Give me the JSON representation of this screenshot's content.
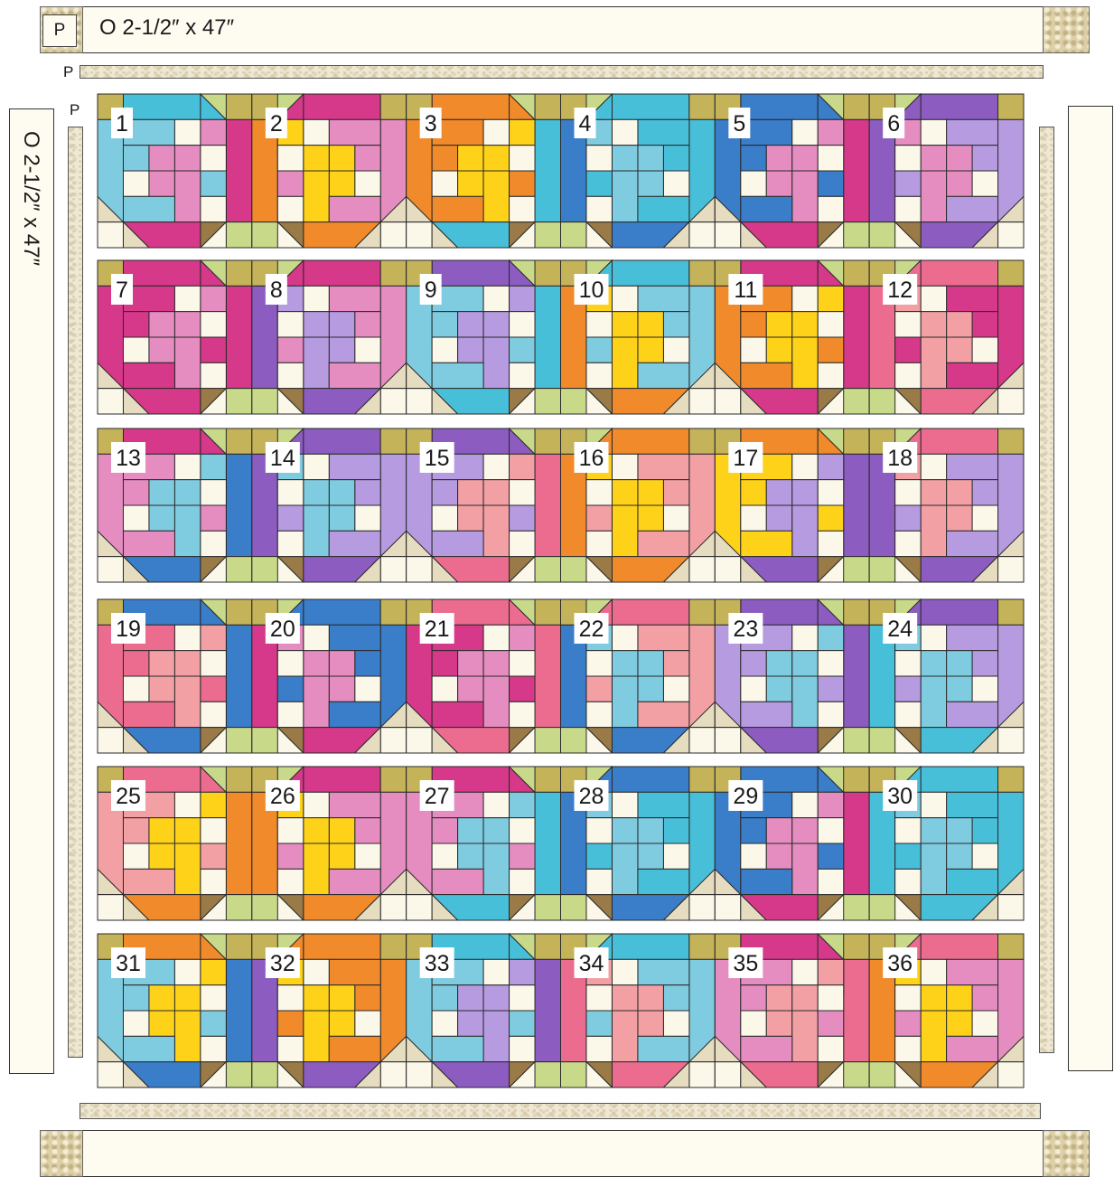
{
  "labels": {
    "piece_top": "P",
    "border_top": "O 2-1/2″ x 47″",
    "border_left": "O 2-1/2″ x 47″",
    "sashing_top": "P",
    "sashing_left": "P"
  },
  "palette": {
    "pink": "#d6388a",
    "lightpink": "#e58cc0",
    "rose": "#eb6c8e",
    "salmon": "#f3a0a4",
    "blue": "#3a7dc9",
    "lightblue": "#7fcbe0",
    "turquoise": "#48bfd9",
    "purple": "#8c5cc0",
    "lavender": "#b69be0",
    "orange": "#f08a2a",
    "yellow": "#ffd21a",
    "green": "#c9d98a",
    "cream": "#fbf8ea",
    "tan": "#e6dcc0",
    "gold": "#c5b35a",
    "brown": "#9a7a46"
  },
  "blocks": [
    {
      "n": "1",
      "main": "turquoise",
      "inner": "lightpink",
      "accent": "lightblue",
      "body": "pink",
      "dir": "L"
    },
    {
      "n": "2",
      "main": "pink",
      "inner": "yellow",
      "accent": "lightpink",
      "body": "orange",
      "dir": "R"
    },
    {
      "n": "3",
      "main": "orange",
      "inner": "yellow",
      "accent": "orange",
      "body": "turquoise",
      "dir": "L"
    },
    {
      "n": "4",
      "main": "turquoise",
      "inner": "lightblue",
      "accent": "turquoise",
      "body": "blue",
      "dir": "R"
    },
    {
      "n": "5",
      "main": "blue",
      "inner": "lightpink",
      "accent": "blue",
      "body": "pink",
      "dir": "L"
    },
    {
      "n": "6",
      "main": "purple",
      "inner": "lightpink",
      "accent": "lavender",
      "body": "purple",
      "dir": "R"
    },
    {
      "n": "7",
      "main": "pink",
      "inner": "lightpink",
      "accent": "pink",
      "body": "pink",
      "dir": "L"
    },
    {
      "n": "8",
      "main": "pink",
      "inner": "lavender",
      "accent": "lightpink",
      "body": "purple",
      "dir": "R"
    },
    {
      "n": "9",
      "main": "purple",
      "inner": "lavender",
      "accent": "lightblue",
      "body": "turquoise",
      "dir": "L"
    },
    {
      "n": "10",
      "main": "turquoise",
      "inner": "yellow",
      "accent": "lightblue",
      "body": "orange",
      "dir": "R"
    },
    {
      "n": "11",
      "main": "pink",
      "inner": "yellow",
      "accent": "orange",
      "body": "pink",
      "dir": "L"
    },
    {
      "n": "12",
      "main": "rose",
      "inner": "salmon",
      "accent": "pink",
      "body": "rose",
      "dir": "R"
    },
    {
      "n": "13",
      "main": "pink",
      "inner": "lightblue",
      "accent": "lightpink",
      "body": "blue",
      "dir": "L"
    },
    {
      "n": "14",
      "main": "purple",
      "inner": "lightblue",
      "accent": "lavender",
      "body": "purple",
      "dir": "R"
    },
    {
      "n": "15",
      "main": "purple",
      "inner": "salmon",
      "accent": "lavender",
      "body": "rose",
      "dir": "L"
    },
    {
      "n": "16",
      "main": "orange",
      "inner": "yellow",
      "accent": "salmon",
      "body": "orange",
      "dir": "R"
    },
    {
      "n": "17",
      "main": "orange",
      "inner": "lavender",
      "accent": "yellow",
      "body": "purple",
      "dir": "L"
    },
    {
      "n": "18",
      "main": "rose",
      "inner": "salmon",
      "accent": "lavender",
      "body": "purple",
      "dir": "R"
    },
    {
      "n": "19",
      "main": "blue",
      "inner": "salmon",
      "accent": "rose",
      "body": "blue",
      "dir": "L"
    },
    {
      "n": "20",
      "main": "blue",
      "inner": "lightpink",
      "accent": "blue",
      "body": "pink",
      "dir": "R"
    },
    {
      "n": "21",
      "main": "rose",
      "inner": "lightpink",
      "accent": "pink",
      "body": "rose",
      "dir": "L"
    },
    {
      "n": "22",
      "main": "rose",
      "inner": "lightblue",
      "accent": "salmon",
      "body": "blue",
      "dir": "R"
    },
    {
      "n": "23",
      "main": "purple",
      "inner": "lightblue",
      "accent": "lavender",
      "body": "purple",
      "dir": "L"
    },
    {
      "n": "24",
      "main": "purple",
      "inner": "lightblue",
      "accent": "lavender",
      "body": "turquoise",
      "dir": "R"
    },
    {
      "n": "25",
      "main": "rose",
      "inner": "yellow",
      "accent": "salmon",
      "body": "orange",
      "dir": "L"
    },
    {
      "n": "26",
      "main": "pink",
      "inner": "yellow",
      "accent": "lightpink",
      "body": "orange",
      "dir": "R"
    },
    {
      "n": "27",
      "main": "pink",
      "inner": "lightblue",
      "accent": "lightpink",
      "body": "turquoise",
      "dir": "L"
    },
    {
      "n": "28",
      "main": "blue",
      "inner": "lightblue",
      "accent": "turquoise",
      "body": "blue",
      "dir": "R"
    },
    {
      "n": "29",
      "main": "blue",
      "inner": "lightpink",
      "accent": "blue",
      "body": "pink",
      "dir": "L"
    },
    {
      "n": "30",
      "main": "turquoise",
      "inner": "lightblue",
      "accent": "turquoise",
      "body": "turquoise",
      "dir": "R"
    },
    {
      "n": "31",
      "main": "orange",
      "inner": "yellow",
      "accent": "lightblue",
      "body": "blue",
      "dir": "L"
    },
    {
      "n": "32",
      "main": "orange",
      "inner": "yellow",
      "accent": "orange",
      "body": "purple",
      "dir": "R"
    },
    {
      "n": "33",
      "main": "turquoise",
      "inner": "lavender",
      "accent": "lightblue",
      "body": "purple",
      "dir": "L"
    },
    {
      "n": "34",
      "main": "turquoise",
      "inner": "salmon",
      "accent": "lightblue",
      "body": "rose",
      "dir": "R"
    },
    {
      "n": "35",
      "main": "pink",
      "inner": "salmon",
      "accent": "lightpink",
      "body": "rose",
      "dir": "L"
    },
    {
      "n": "36",
      "main": "rose",
      "inner": "yellow",
      "accent": "lightpink",
      "body": "orange",
      "dir": "R"
    }
  ]
}
